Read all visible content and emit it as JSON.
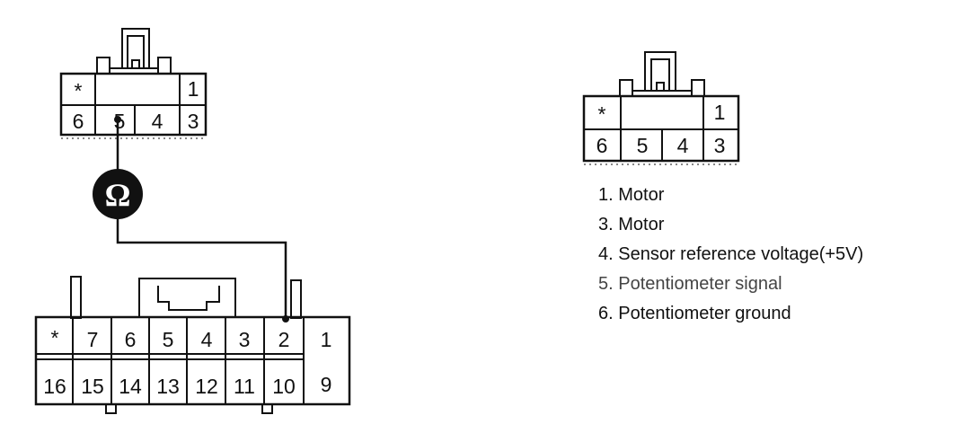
{
  "meter": {
    "symbol": "Ω"
  },
  "connector_small_left": {
    "top_row": [
      "*",
      "1"
    ],
    "bottom_row": [
      "6",
      "5",
      "4",
      "3"
    ]
  },
  "connector_small_right": {
    "top_row": [
      "*",
      "1"
    ],
    "bottom_row": [
      "6",
      "5",
      "4",
      "3"
    ]
  },
  "connector_large": {
    "top_row": [
      "*",
      "7",
      "6",
      "5",
      "4",
      "3",
      "2",
      "1"
    ],
    "bottom_row": [
      "16",
      "15",
      "14",
      "13",
      "12",
      "11",
      "10",
      "9"
    ]
  },
  "legend": [
    "1. Motor",
    "3. Motor",
    "4. Sensor reference voltage(+5V)",
    "5. Potentiometer signal",
    "6. Potentiometer ground"
  ]
}
